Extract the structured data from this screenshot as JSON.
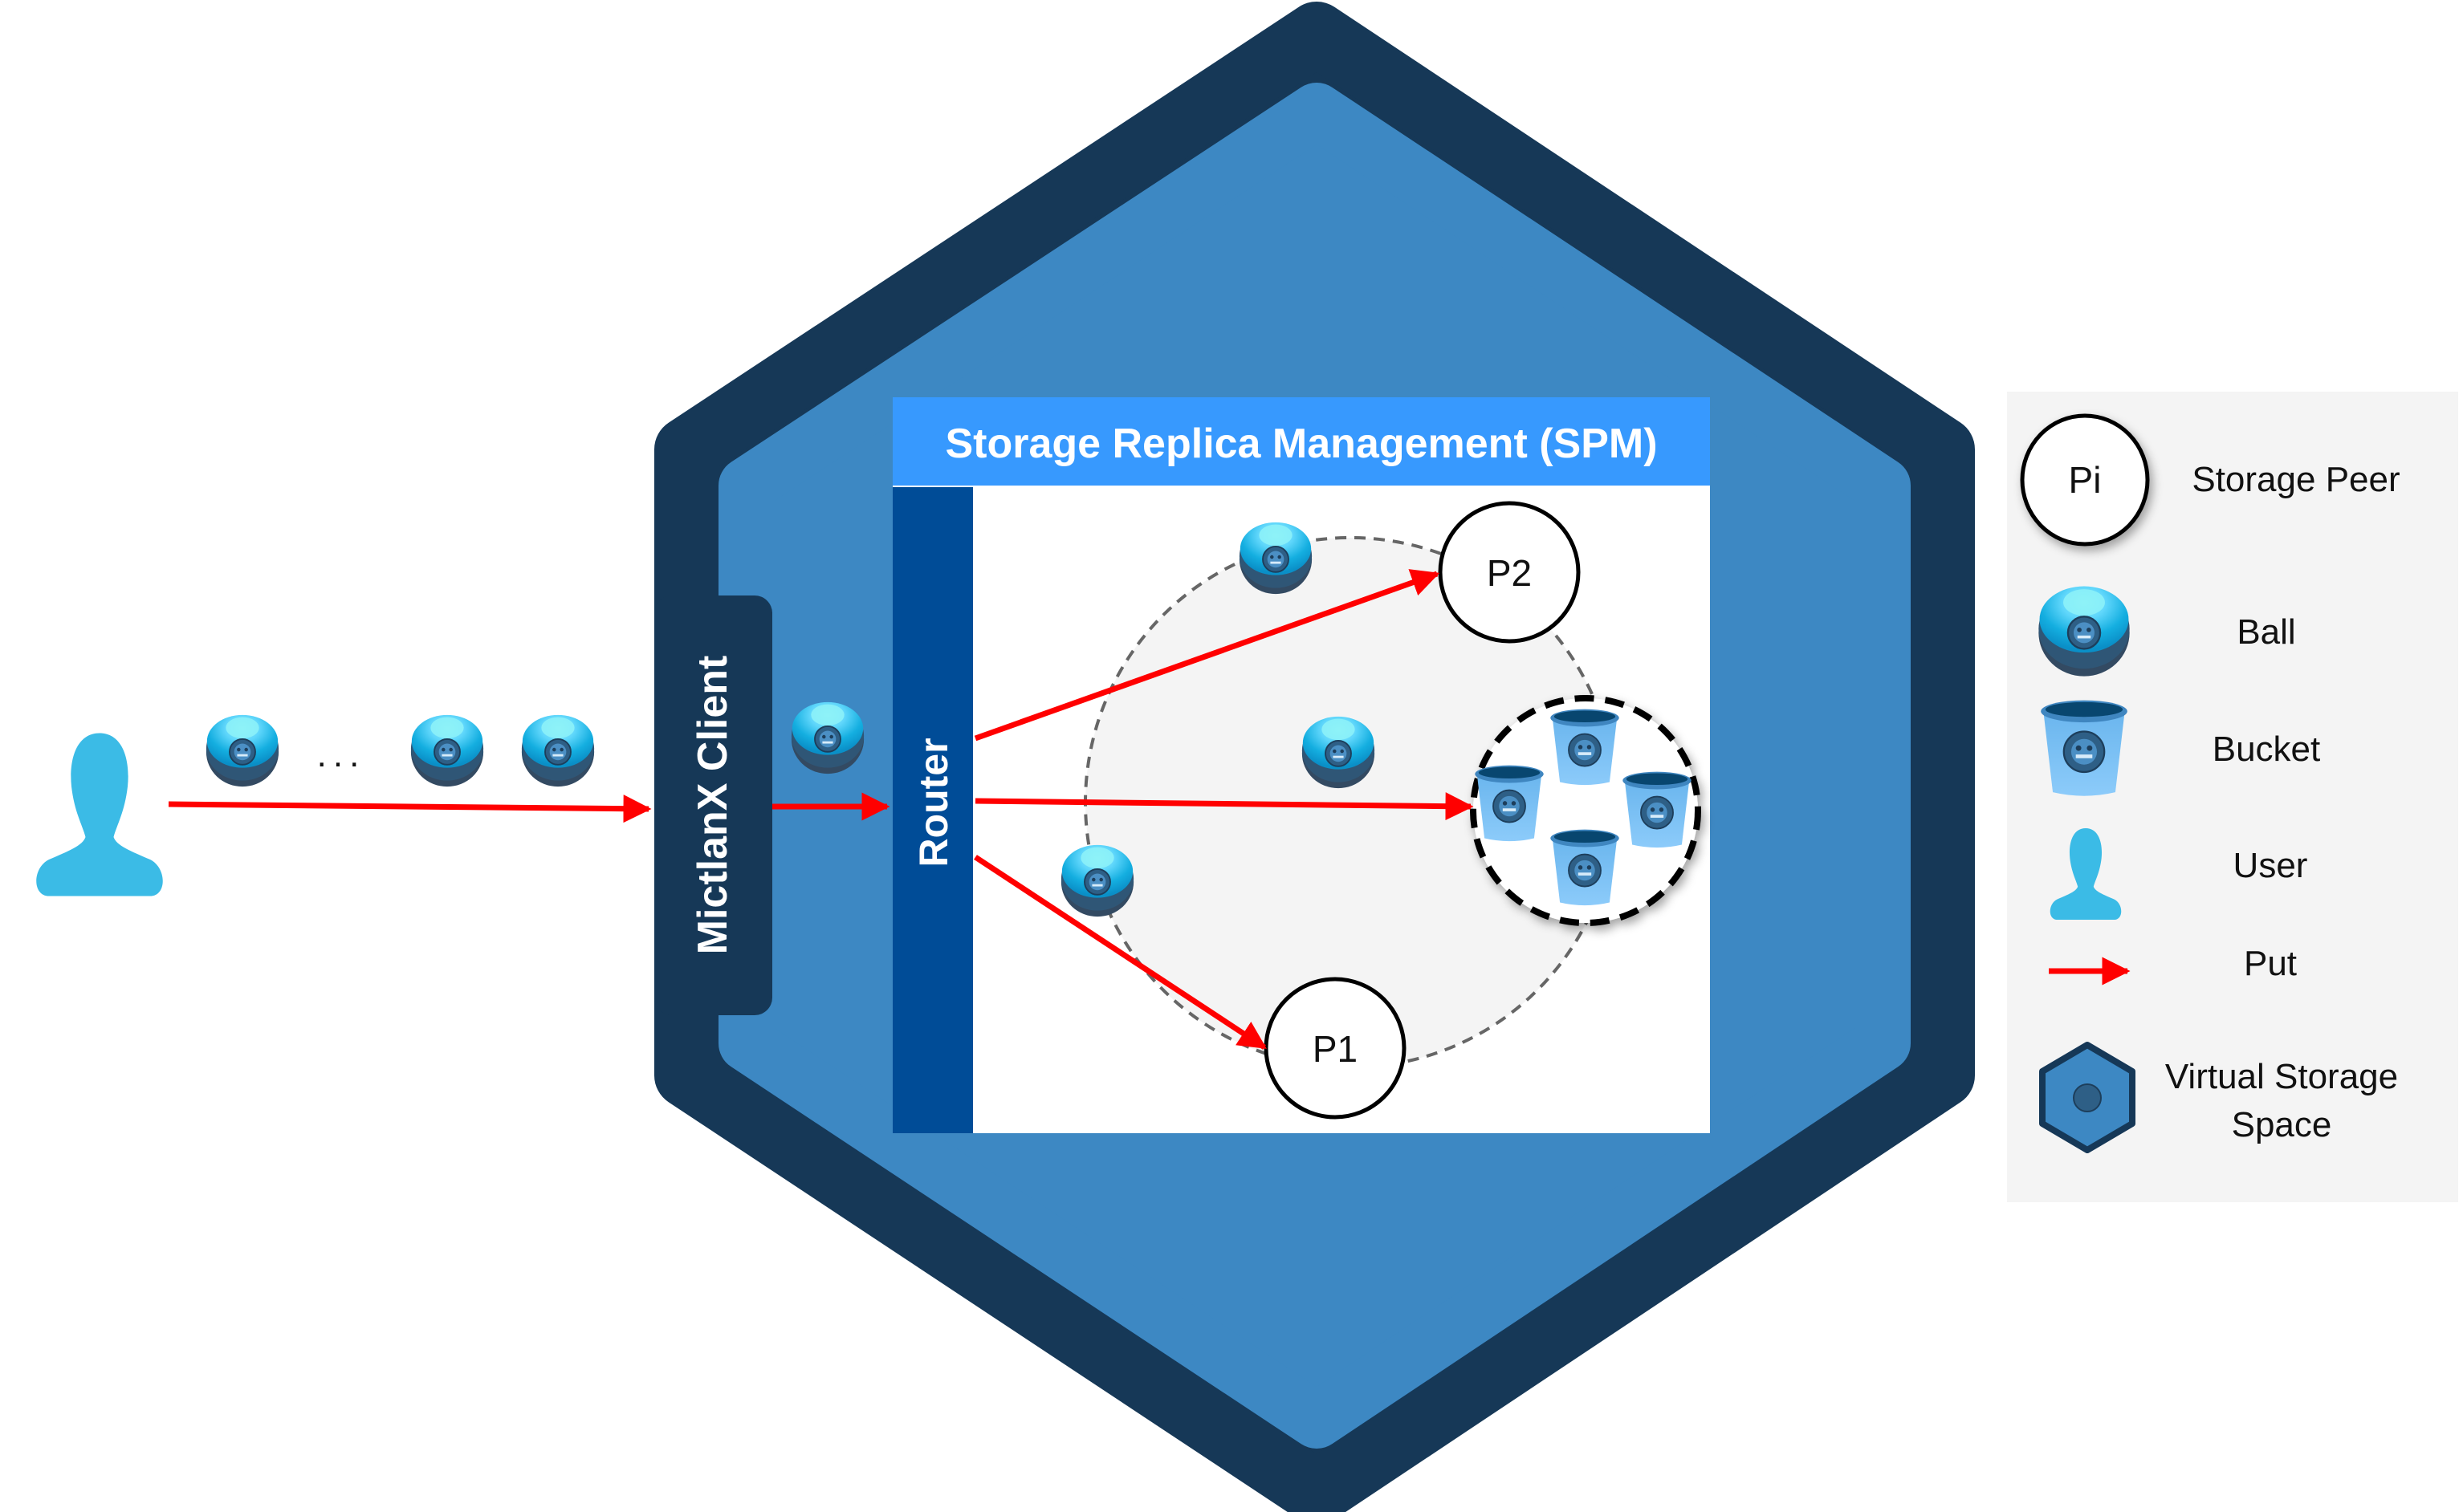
{
  "diagram": {
    "spm_title": "Storage Replica Management (SPM)",
    "router_label": "Router",
    "client_label": "MictlanX Client",
    "ellipsis": "...",
    "peers": [
      {
        "id": "p2",
        "label": "P2"
      },
      {
        "id": "p1",
        "label": "P1"
      }
    ],
    "bucket_count": 4,
    "colors": {
      "hexagon_outer": "#163857",
      "hexagon_inner": "#3d88c3",
      "spm_header": "#3799fe",
      "router": "#004c97",
      "client": "#163857",
      "put_arrow": "#ff0000",
      "user": "#3bbbe6",
      "legend_bg": "#f4f4f4",
      "replica_ring_bg": "#f4f4f4"
    }
  },
  "legend": {
    "items": [
      {
        "icon": "storage-peer-icon",
        "icon_text": "Pi",
        "label": "Storage Peer"
      },
      {
        "icon": "ball-icon",
        "label": "Ball"
      },
      {
        "icon": "bucket-icon",
        "label": "Bucket"
      },
      {
        "icon": "user-icon",
        "label": "User"
      },
      {
        "icon": "put-arrow-icon",
        "label": "Put"
      },
      {
        "icon": "virtual-storage-space-icon",
        "label_line1": "Virtual Storage",
        "label_line2": "Space"
      }
    ]
  }
}
